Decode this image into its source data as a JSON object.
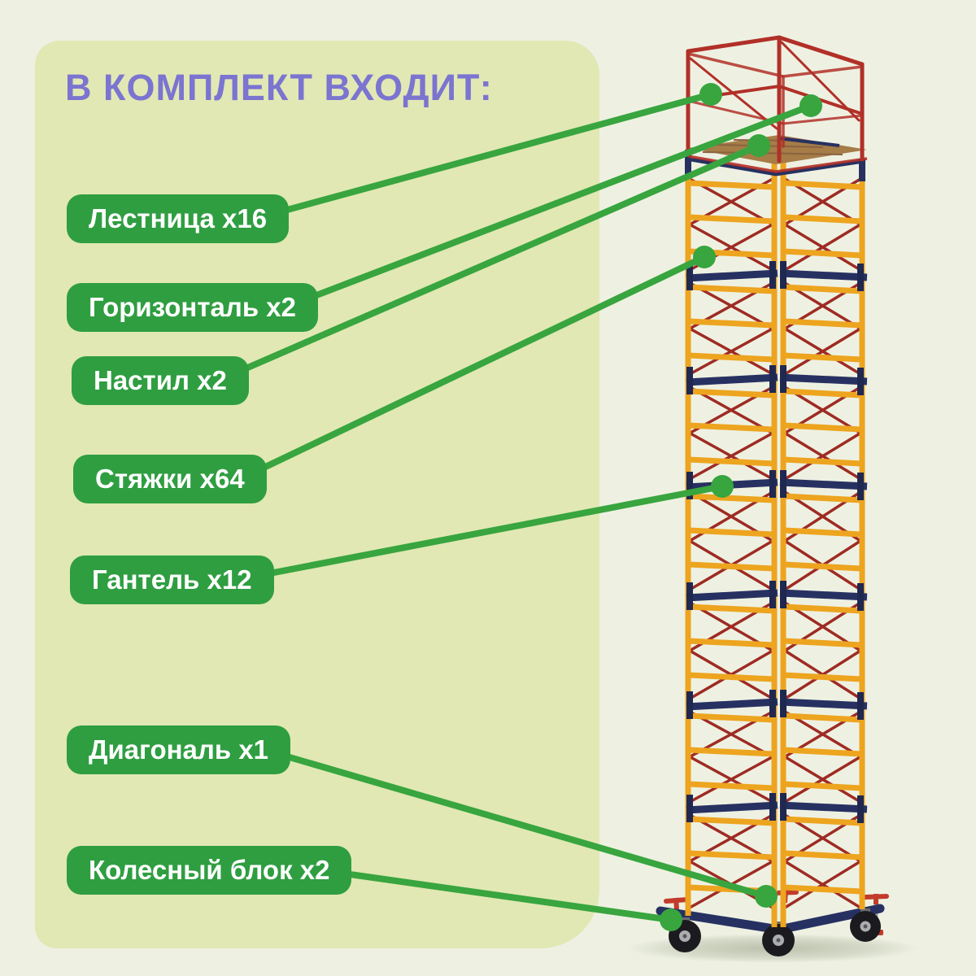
{
  "header": {
    "title": "В КОМПЛЕКТ ВХОДИТ:"
  },
  "callouts": [
    {
      "label": "Лестница x16"
    },
    {
      "label": "Горизонталь x2"
    },
    {
      "label": "Настил x2"
    },
    {
      "label": "Стяжки x64"
    },
    {
      "label": "Гантель x12"
    },
    {
      "label": "Диагональ x1"
    },
    {
      "label": "Колесный блок x2"
    }
  ],
  "illustration": {
    "name": "scaffold-tower"
  },
  "colors": {
    "background": "#eef1e2",
    "panel": "#e1e8b4",
    "accent_green": "#2f9e41",
    "line_green": "#38a53f",
    "title_purple": "#7b74d0",
    "scaffold_yellow": "#eda41f",
    "scaffold_red_frame": "#b13028",
    "scaffold_red_brace": "#9e2b23",
    "scaffold_navy": "#273161",
    "platform_wood": "#a67c47"
  }
}
